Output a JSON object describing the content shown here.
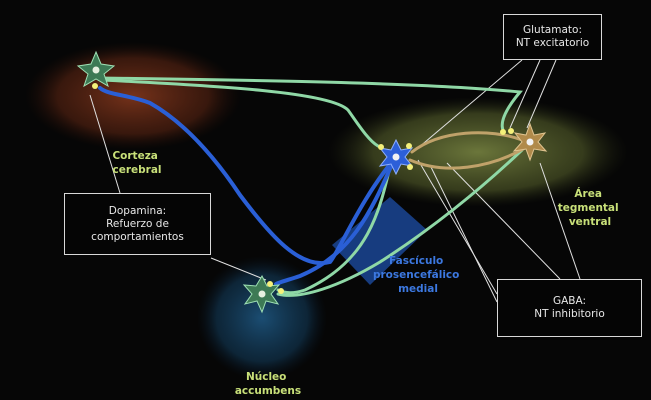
{
  "regions": {
    "cortex": {
      "line1": "Corteza",
      "line2": "cerebral",
      "color": "#c8e079"
    },
    "vta": {
      "line1": "Área",
      "line2": "tegmental",
      "line3": "ventral",
      "color": "#c8e079"
    },
    "accumbens": {
      "line1": "Núcleo",
      "line2": "accumbens",
      "color": "#c8e079"
    },
    "bundle": {
      "line1": "Fascículo",
      "line2": "prosencefálico",
      "line3": "medial",
      "color": "#3c78e0"
    }
  },
  "callouts": {
    "glutamate": {
      "line1": "Glutamato:",
      "line2": "NT excitatorio"
    },
    "dopamine": {
      "line1": "Dopamina:",
      "line2": "Refuerzo de",
      "line3": "comportamientos"
    },
    "gaba": {
      "line1": "GABA:",
      "line2": "NT inhibitorio"
    }
  },
  "colors": {
    "dopamine_path": "#2a5fd6",
    "glutamate_path": "#8fd8a6",
    "gaba_path": "#c0a26a",
    "cortex_glow": "#8a3a1e",
    "vta_glow": "#6f7a3c",
    "accumbens_glow": "#1f5a86",
    "neuron_green": "#3d7a55",
    "neuron_blue": "#2c5fd8",
    "neuron_tan": "#b08a4a"
  }
}
